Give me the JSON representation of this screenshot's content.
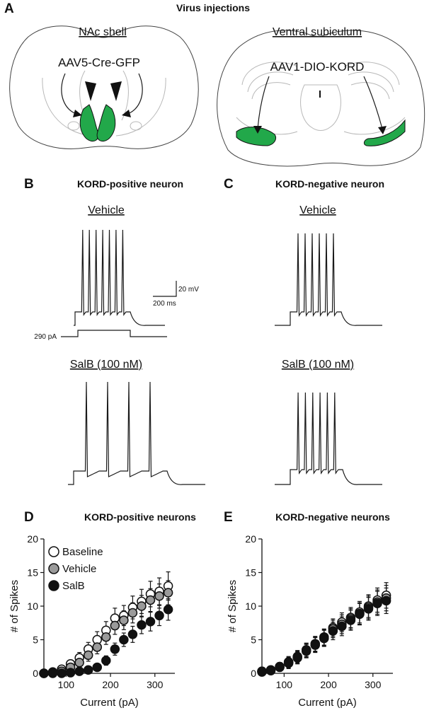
{
  "panels": {
    "A": {
      "letter": "A",
      "title": "Virus injections",
      "left_region": "NAc shell",
      "left_virus": "AAV5-Cre-GFP",
      "right_region": "Ventral subiculum",
      "right_virus": "AAV1-DIO-KORD",
      "injection_color": "#22a84a"
    },
    "B": {
      "letter": "B",
      "title": "KORD-positive neuron",
      "vehicle_label": "Vehicle",
      "salb_label": "SalB (100 nM)",
      "step_label": "290 pA",
      "scale_v": "20 mV",
      "scale_t": "200 ms",
      "vehicle_spikes": 7,
      "salb_spikes": 4
    },
    "C": {
      "letter": "C",
      "title": "KORD-negative neuron",
      "vehicle_label": "Vehicle",
      "salb_label": "SalB (100 nM)",
      "vehicle_spikes": 6,
      "salb_spikes": 6
    },
    "D": {
      "letter": "D",
      "title": "KORD-positive neurons"
    },
    "E": {
      "letter": "E",
      "title": "KORD-negative neurons"
    }
  },
  "chart_data": [
    {
      "type": "scatter",
      "panel": "D",
      "title": "KORD-positive neurons",
      "xlabel": "Current (pA)",
      "ylabel": "# of Spikes",
      "xlim": [
        50,
        345
      ],
      "ylim": [
        0,
        20
      ],
      "xticks": [
        100,
        200,
        300
      ],
      "yticks": [
        0,
        5,
        10,
        15,
        20
      ],
      "legend_position": "top-left",
      "x": [
        50,
        70,
        90,
        110,
        130,
        150,
        170,
        190,
        210,
        230,
        250,
        270,
        290,
        310,
        330
      ],
      "series": [
        {
          "name": "Baseline",
          "marker": "open",
          "color": "#ffffff",
          "values": [
            0,
            0.2,
            0.6,
            1.4,
            2.3,
            3.6,
            5.0,
            6.4,
            8.2,
            8.6,
            9.8,
            10.7,
            11.8,
            12.2,
            13.0
          ],
          "errors": [
            0,
            0.2,
            0.4,
            0.6,
            0.8,
            1.0,
            1.2,
            1.3,
            1.5,
            1.5,
            1.7,
            1.8,
            1.9,
            2.0,
            2.1
          ]
        },
        {
          "name": "Vehicle",
          "marker": "gray",
          "color": "#9a9a9a",
          "values": [
            0,
            0.1,
            0.3,
            0.9,
            1.6,
            2.7,
            3.9,
            5.4,
            7.1,
            7.9,
            9.0,
            10.0,
            10.9,
            11.5,
            12.0
          ],
          "errors": [
            0,
            0.1,
            0.3,
            0.5,
            0.7,
            0.9,
            1.0,
            1.1,
            1.3,
            1.4,
            1.5,
            1.6,
            1.7,
            1.8,
            1.8
          ]
        },
        {
          "name": "SalB",
          "marker": "filled",
          "color": "#111111",
          "values": [
            0,
            0,
            0,
            0.1,
            0.3,
            0.5,
            0.9,
            1.9,
            3.6,
            5.0,
            5.8,
            7.2,
            7.7,
            8.6,
            9.5
          ],
          "errors": [
            0,
            0,
            0,
            0.1,
            0.2,
            0.3,
            0.5,
            0.7,
            0.9,
            1.0,
            1.2,
            1.3,
            1.4,
            1.5,
            1.6
          ]
        }
      ]
    },
    {
      "type": "scatter",
      "panel": "E",
      "title": "KORD-negative neurons",
      "xlabel": "Current (pA)",
      "ylabel": "# of Spikes",
      "xlim": [
        50,
        345
      ],
      "ylim": [
        0,
        20
      ],
      "xticks": [
        100,
        200,
        300
      ],
      "yticks": [
        0,
        5,
        10,
        15,
        20
      ],
      "x": [
        50,
        70,
        90,
        110,
        130,
        150,
        170,
        190,
        210,
        230,
        250,
        270,
        290,
        310,
        330
      ],
      "series": [
        {
          "name": "Baseline",
          "marker": "open",
          "color": "#ffffff",
          "values": [
            0.3,
            0.5,
            1.0,
            1.7,
            2.5,
            3.5,
            4.4,
            5.4,
            6.8,
            7.6,
            8.3,
            9.1,
            10.0,
            10.9,
            11.6
          ],
          "errors": [
            0.2,
            0.4,
            0.6,
            0.8,
            0.9,
            1.0,
            1.1,
            1.2,
            1.3,
            1.4,
            1.5,
            1.6,
            1.7,
            1.8,
            1.9
          ]
        },
        {
          "name": "Vehicle",
          "marker": "gray",
          "color": "#9a9a9a",
          "values": [
            0.3,
            0.5,
            1.0,
            1.6,
            2.4,
            3.4,
            4.3,
            5.3,
            6.6,
            7.3,
            8.1,
            8.9,
            9.8,
            10.6,
            11.2
          ],
          "errors": [
            0.2,
            0.4,
            0.6,
            0.8,
            0.9,
            1.0,
            1.1,
            1.2,
            1.3,
            1.4,
            1.5,
            1.6,
            1.7,
            1.8,
            1.9
          ]
        },
        {
          "name": "SalB",
          "marker": "filled",
          "color": "#111111",
          "values": [
            0.2,
            0.4,
            0.9,
            1.5,
            2.3,
            3.3,
            4.2,
            5.2,
            6.3,
            7.0,
            7.9,
            8.8,
            9.6,
            10.4,
            10.8
          ],
          "errors": [
            0.2,
            0.4,
            0.6,
            0.8,
            0.9,
            1.0,
            1.1,
            1.2,
            1.3,
            1.4,
            1.5,
            1.6,
            1.7,
            1.8,
            1.9
          ]
        }
      ]
    }
  ]
}
